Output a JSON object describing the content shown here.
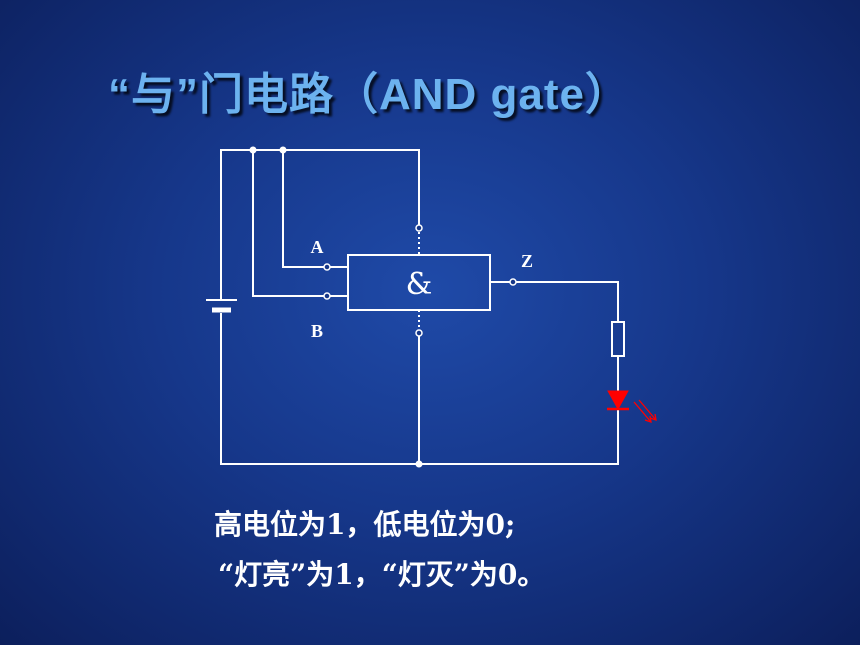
{
  "title": "“与”门电路（AND gate）",
  "gate": {
    "symbol": "&",
    "input_a": "A",
    "input_b": "B",
    "output": "Z"
  },
  "caption": {
    "line1": "高电位为1，低电位为0;",
    "line2": "“灯亮”为1，“灯灭”为0。"
  },
  "colors": {
    "background": "#16378a",
    "title": "#6cb2ef",
    "wire": "#ffffff",
    "led": "#ff0000"
  }
}
